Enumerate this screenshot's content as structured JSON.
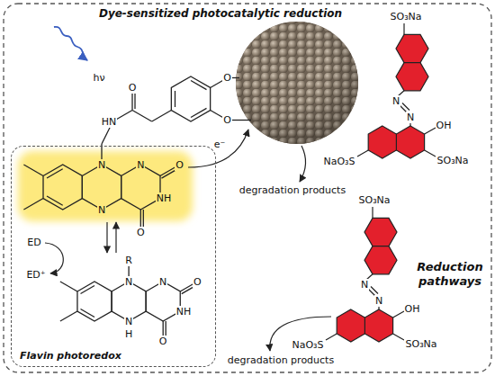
{
  "diagram": {
    "title": "Dye-sensitized photocatalytic reduction",
    "nodes": [
      {
        "text": [
          "Flavin photoredox"
        ]
      }
    ],
    "labels": [
      "hν",
      "O",
      "HN",
      "O",
      "O",
      "N",
      "N",
      "O",
      "NH",
      "N",
      "O",
      "e⁻",
      "SO₃Na",
      "N",
      "N",
      "OH",
      "NaO₃S",
      "SO₃Na",
      "degradation products",
      "ED",
      "ED⁺",
      "R",
      "N",
      "N",
      "O",
      "NH",
      "N",
      "H",
      "O",
      "SO₃Na",
      "N",
      "N",
      "OH",
      "NaO₃S",
      "SO₃Na",
      "Reduction pathways",
      "degradation products"
    ]
  }
}
